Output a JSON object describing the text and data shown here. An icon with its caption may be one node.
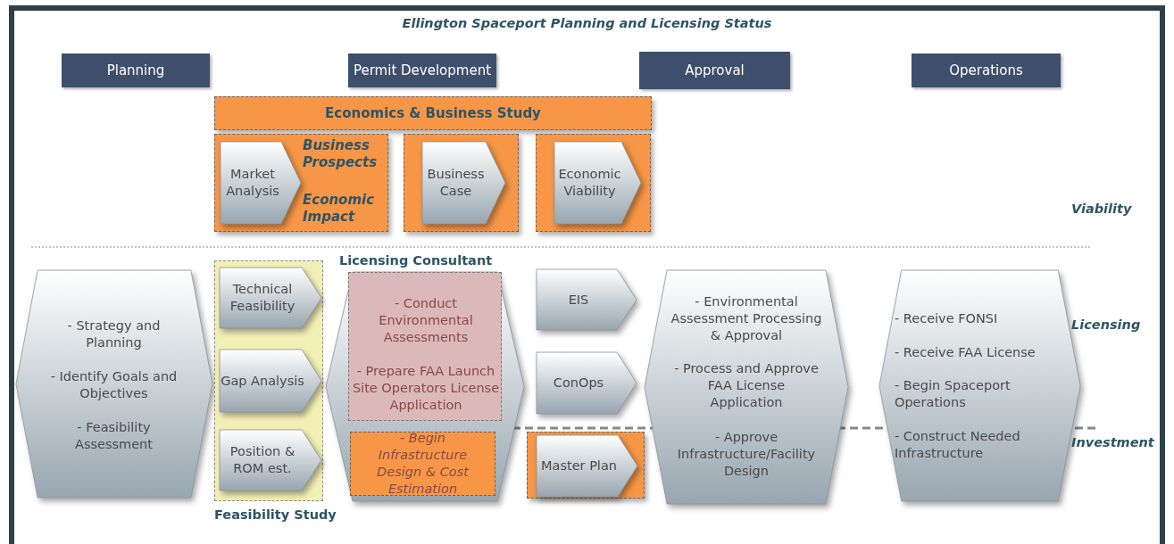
{
  "diagram": {
    "title": "Ellington Spaceport Planning and Licensing Status",
    "nodes": [
      {
        "text": [
          "Planning"
        ]
      },
      {
        "text": [
          "Permit Development"
        ]
      },
      {
        "text": [
          "Approval"
        ]
      },
      {
        "text": [
          "Operations"
        ]
      },
      {
        "text": [
          "Economics & Business Study"
        ]
      },
      {
        "text": [
          "Business Prospects",
          "Economic Impact"
        ]
      },
      {
        "text": [
          "Market Analysis"
        ],
        "in": 5
      },
      {
        "text": [],
        "shape": "box"
      },
      {
        "text": [
          "Business Case"
        ],
        "in": 7
      },
      {
        "text": [],
        "shape": "box"
      },
      {
        "text": [
          "Economic Viability"
        ],
        "in": 9
      },
      {
        "text": [
          "- Strategy and Planning",
          "- Identify Goals and Objectives",
          "- Feasibility Assessment"
        ]
      },
      {
        "text": [
          "Feasibility Study"
        ]
      },
      {
        "text": [
          "Technical Feasibility"
        ],
        "in": 12
      },
      {
        "text": [
          "Gap Analysis"
        ],
        "in": 12
      },
      {
        "text": [
          "Position & ROM est."
        ],
        "in": 12
      },
      {
        "text": [
          "Licensing Consultant"
        ]
      },
      {
        "text": [
          "- Conduct Environmental Assessments",
          "- Prepare FAA Launch Site Operators License Application"
        ],
        "in": 16
      },
      {
        "text": [
          "- Begin Infrastructure Design & Cost Estimation"
        ],
        "in": 16
      },
      {
        "text": [
          "EIS"
        ]
      },
      {
        "text": [
          "ConOps"
        ]
      },
      {
        "text": [],
        "shape": "box"
      },
      {
        "text": [
          "Master Plan"
        ],
        "in": 21
      },
      {
        "text": [
          "- Environmental Assessment Processing & Approval",
          "- Process and Approve FAA License Application",
          "- Approve Infrastructure/Facility Design"
        ]
      },
      {
        "text": [
          "- Receive FONSI",
          "- Receive FAA License",
          "- Begin Spaceport Operations",
          "- Construct Needed Infrastructure"
        ]
      }
    ],
    "edges": [],
    "labels": [
      "Viability",
      "Licensing",
      "Investment"
    ]
  }
}
